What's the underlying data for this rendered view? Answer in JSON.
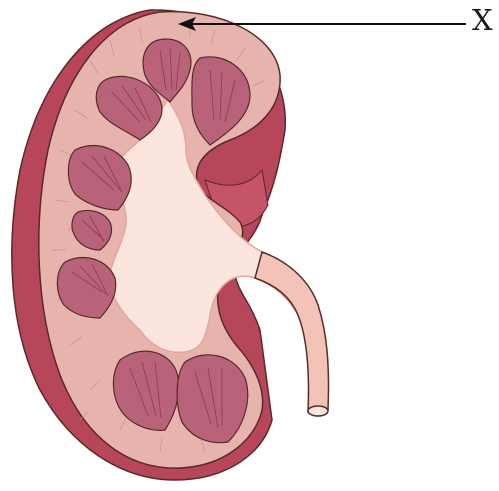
{
  "diagram": {
    "subject": "kidney-cross-section",
    "labels": [
      {
        "id": "x",
        "text": "X"
      }
    ],
    "colors": {
      "capsule_outer": "#b8465a",
      "capsule_edge": "#8e2f40",
      "cortex": "#e6b3ad",
      "cortex_line": "#c98b86",
      "pyramid": "#b9637a",
      "pyramid_dark": "#8f3f57",
      "pelvis": "#fbe5de",
      "pelvis_edge": "#e4a69c",
      "ureter": "#f4c3b8",
      "outline": "#5a2a2a",
      "arrow": "#111111"
    }
  }
}
